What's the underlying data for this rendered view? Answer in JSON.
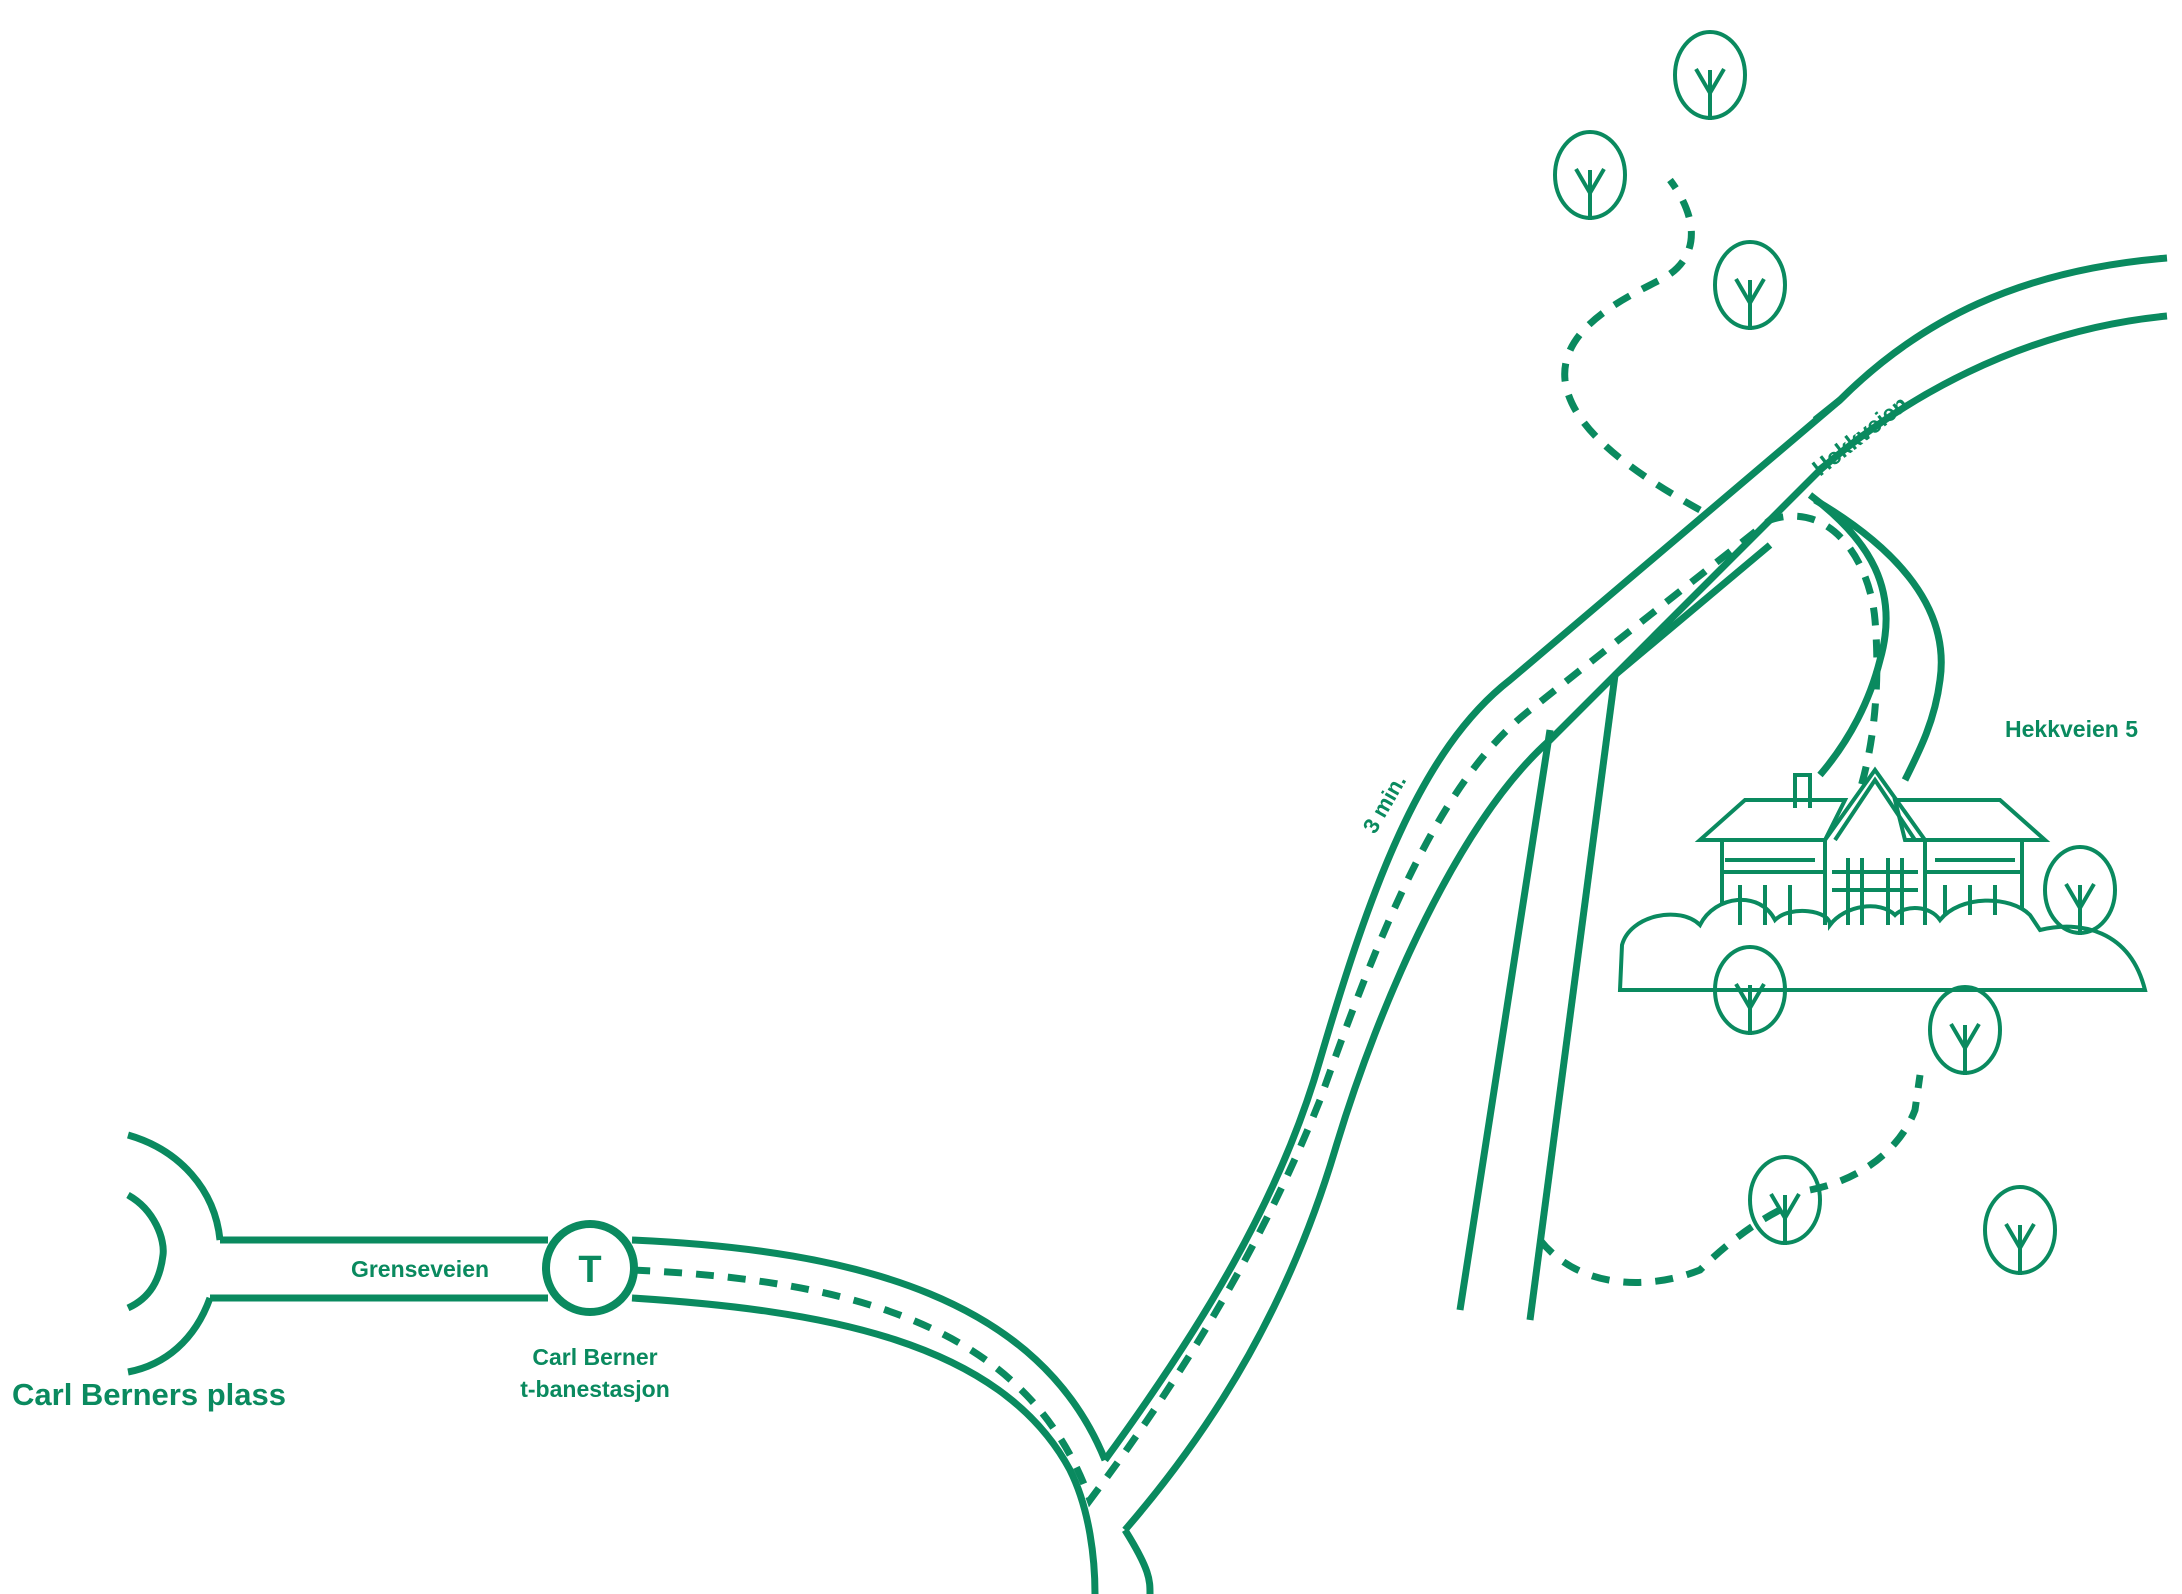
{
  "colors": {
    "accent": "#0a8a5f",
    "background": "#ffffff"
  },
  "labels": {
    "square": "Carl Berners plass",
    "street_grense": "Grenseveien",
    "street_hekk": "Hekkveien",
    "station_line1": "Carl Berner",
    "station_line2": "t-banestasjon",
    "walk_time": "3 min.",
    "address": "Hekkveien 5"
  },
  "metro_marker": {
    "letter": "T",
    "icon": "metro-station-icon"
  },
  "icons": {
    "tree": "tree-icon",
    "house": "house-icon"
  }
}
